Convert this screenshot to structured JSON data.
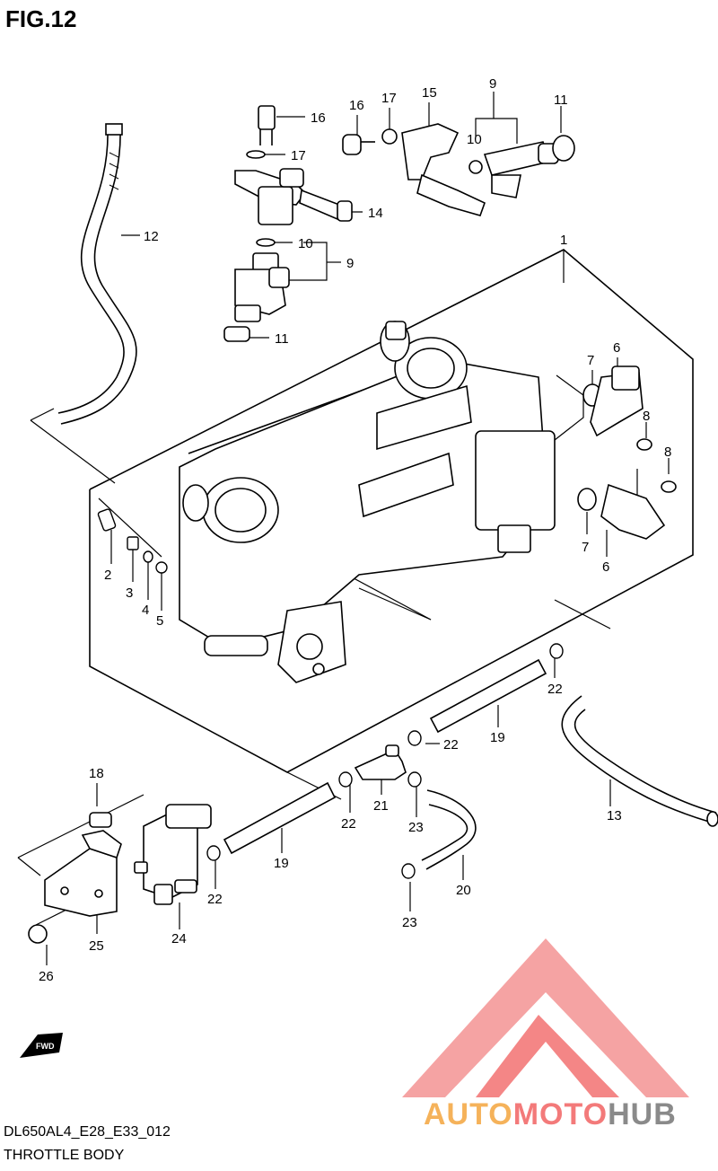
{
  "figure": {
    "title": "FIG.12"
  },
  "footer": {
    "code": "DL650AL4_E28_E33_012",
    "title": "THROTTLE BODY"
  },
  "watermark": {
    "part1": "AUTO",
    "part2": "MOTO",
    "part3": "HUB",
    "color_orange": "#f5b25a",
    "color_red": "#f37a7a",
    "color_gray": "#8a8a8a"
  },
  "direction_badge": {
    "text": "FWD"
  },
  "callouts": [
    "1",
    "2",
    "3",
    "4",
    "5",
    "6",
    "6",
    "7",
    "7",
    "8",
    "8",
    "9",
    "9",
    "10",
    "10",
    "11",
    "11",
    "12",
    "13",
    "14",
    "15",
    "16",
    "16",
    "17",
    "17",
    "18",
    "19",
    "19",
    "20",
    "21",
    "22",
    "22",
    "22",
    "22",
    "23",
    "23",
    "24",
    "25",
    "26"
  ]
}
